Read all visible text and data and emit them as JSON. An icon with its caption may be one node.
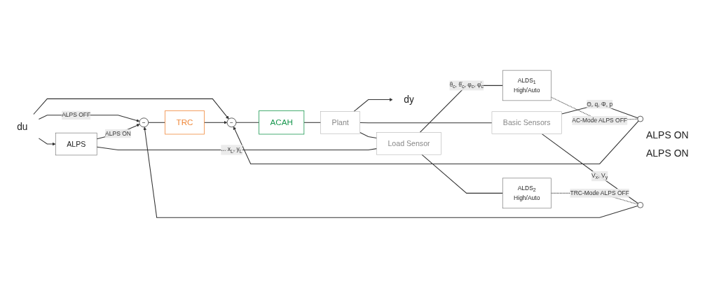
{
  "diagram": {
    "nodes": [
      {
        "text": [
          "du"
        ]
      },
      {
        "text": [
          "−"
        ]
      },
      {
        "text": [
          "TRC"
        ]
      },
      {
        "text": [
          "−"
        ]
      },
      {
        "text": [
          "ACAH"
        ]
      },
      {
        "text": [
          "Plant"
        ]
      },
      {
        "text": [
          "dy"
        ]
      },
      {
        "text": [
          "Basic Sensors"
        ]
      },
      {
        "text": [
          "Load Sensor"
        ]
      },
      {
        "text": [
          "ALPS"
        ]
      },
      {
        "text": [
          "ALDS$_{2}$",
          "High/Auto"
        ]
      },
      {
        "text": [
          "ALDS$_{1}$",
          "High/Auto"
        ]
      },
      {
        "text": [],
        "shape": "circle"
      },
      {
        "text": [],
        "shape": "circle"
      }
    ],
    "edges": [
      {
        "from": 0,
        "to": 9,
        "arrow": "to"
      },
      {
        "from": 0,
        "to": 1,
        "arrow": "to",
        "label": "ALPS OFF"
      },
      {
        "from": 9,
        "to": 1,
        "arrow": "to",
        "label": "ALPS ON"
      },
      {
        "from": 0,
        "to": 3,
        "arrow": "to"
      },
      {
        "from": 1,
        "to": 2,
        "arrow": "none"
      },
      {
        "from": 2,
        "to": 3,
        "arrow": "to"
      },
      {
        "from": 3,
        "to": 4,
        "arrow": "none"
      },
      {
        "from": 4,
        "to": 5,
        "arrow": "none"
      },
      {
        "from": 5,
        "to": 6,
        "arrow": "to"
      },
      {
        "from": 5,
        "to": 7,
        "arrow": "none"
      },
      {
        "from": 5,
        "to": 8,
        "arrow": "none"
      },
      {
        "from": 7,
        "to": 12,
        "arrow": "none",
        "label": "Θ, q, Φ, p"
      },
      {
        "from": 7,
        "to": 13,
        "arrow": "none",
        "label": "V$_{x}$, V$_{y}$"
      },
      {
        "from": 13,
        "to": 1,
        "arrow": "to"
      },
      {
        "from": 12,
        "to": 3,
        "arrow": "to"
      },
      {
        "from": 10,
        "to": 13,
        "arrow": "none",
        "style": "dashed",
        "label": "TRC-Mode ALPS OFF"
      },
      {
        "from": 11,
        "to": 12,
        "arrow": "none",
        "style": "dashed",
        "label": "AC-Mode ALPS OFF"
      },
      {
        "from": 8,
        "to": 11,
        "arrow": "none",
        "label": "ϑ$_{c}$, ϑ̇$_{c}$, φ$_{c}$, φ̇$_{c}$"
      },
      {
        "from": 8,
        "to": 10,
        "arrow": "none"
      },
      {
        "from": 8,
        "to": 9,
        "arrow": "none",
        "label": "... x$_{L}$, y$_{L}$"
      }
    ],
    "labels": [
      "ALPS ON",
      "ALPS ON"
    ]
  }
}
